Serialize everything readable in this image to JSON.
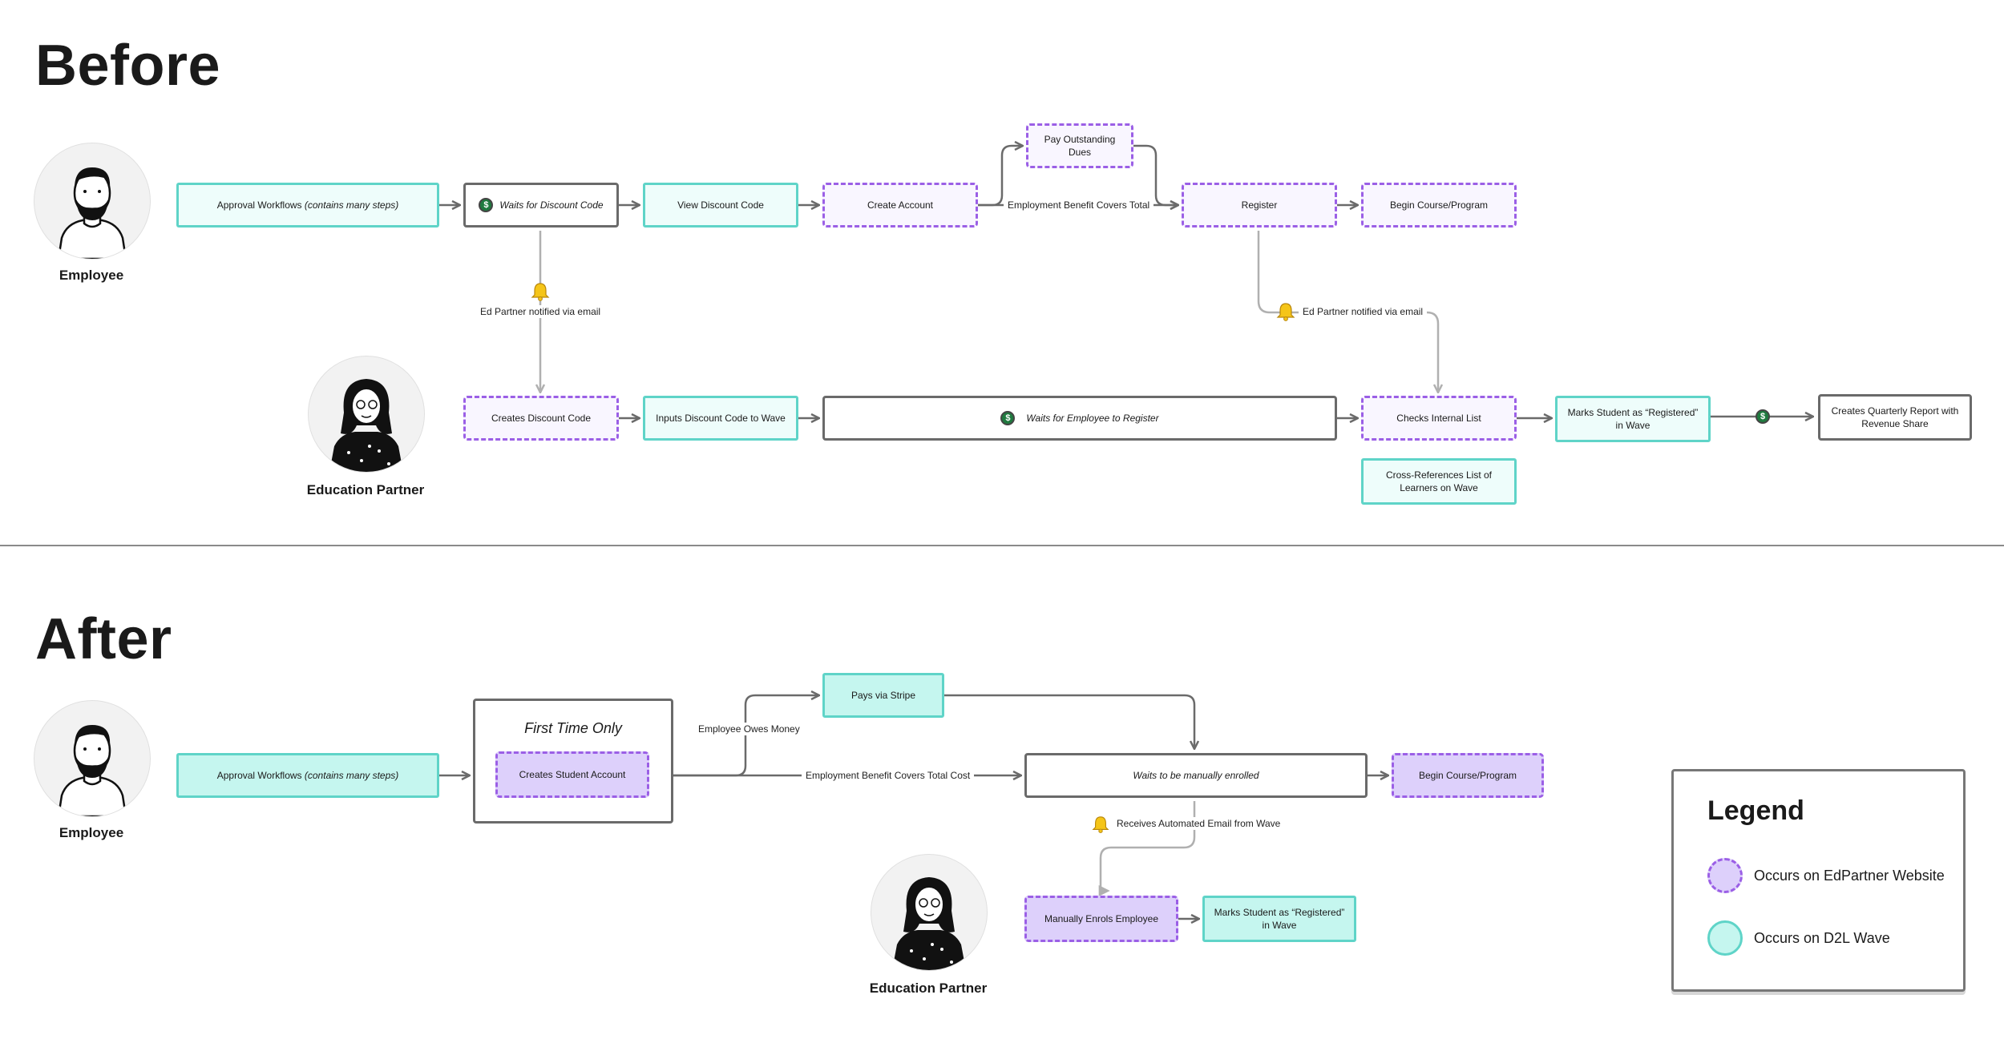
{
  "sections": {
    "before_title": "Before",
    "after_title": "After"
  },
  "actors": {
    "employee": "Employee",
    "education_partner": "Education Partner"
  },
  "before": {
    "approval_workflows": "Approval Workflows",
    "approval_workflows_note": "(contains many steps)",
    "waits_for_discount_code": "Waits for Discount Code",
    "view_discount_code": "View Discount Code",
    "create_account": "Create Account",
    "pay_outstanding_dues": "Pay Outstanding Dues",
    "employment_benefit_covers_total": "Employment Benefit Covers Total",
    "register": "Register",
    "begin_course_program": "Begin Course/Program",
    "ed_partner_notified_1": "Ed Partner notified via email",
    "ed_partner_notified_2": "Ed Partner notified via email",
    "creates_discount_code": "Creates Discount Code",
    "inputs_discount_code": "Inputs Discount Code to Wave",
    "waits_for_employee": "Waits for Employee to Register",
    "checks_internal_list": "Checks Internal List",
    "cross_references": "Cross-References List of Learners on Wave",
    "marks_student_registered": "Marks Student as “Registered” in Wave",
    "creates_quarterly_report": "Creates Quarterly Report with Revenue Share"
  },
  "after": {
    "approval_workflows": "Approval Workflows",
    "approval_workflows_note": "(contains many steps)",
    "first_time_only": "First Time Only",
    "creates_student_account": "Creates Student Account",
    "employee_owes_money": "Employee Owes Money",
    "pays_via_stripe": "Pays via Stripe",
    "employment_benefit_covers_total_cost": "Employment Benefit Covers Total Cost",
    "waits_to_be_enrolled": "Waits to be manually enrolled",
    "begin_course_program": "Begin Course/Program",
    "receives_automated_email": "Receives Automated Email from Wave",
    "manually_enrols_employee": "Manually Enrols Employee",
    "marks_student_registered": "Marks Student as “Registered” in Wave"
  },
  "legend": {
    "title": "Legend",
    "edpartner_label": "Occurs on EdPartner Website",
    "wave_label": "Occurs on D2L Wave"
  },
  "icons": {
    "dollar": "$",
    "bell": "bell-icon"
  },
  "colors": {
    "teal_border": "#5fd4c8",
    "teal_fill": "#eefdfb",
    "purple_border": "#9b5fe6",
    "purple_fill": "#f9f6ff",
    "grey_border": "#6a6a6a",
    "arrow": "#6a6a6a",
    "connector": "#b5b5b5"
  }
}
